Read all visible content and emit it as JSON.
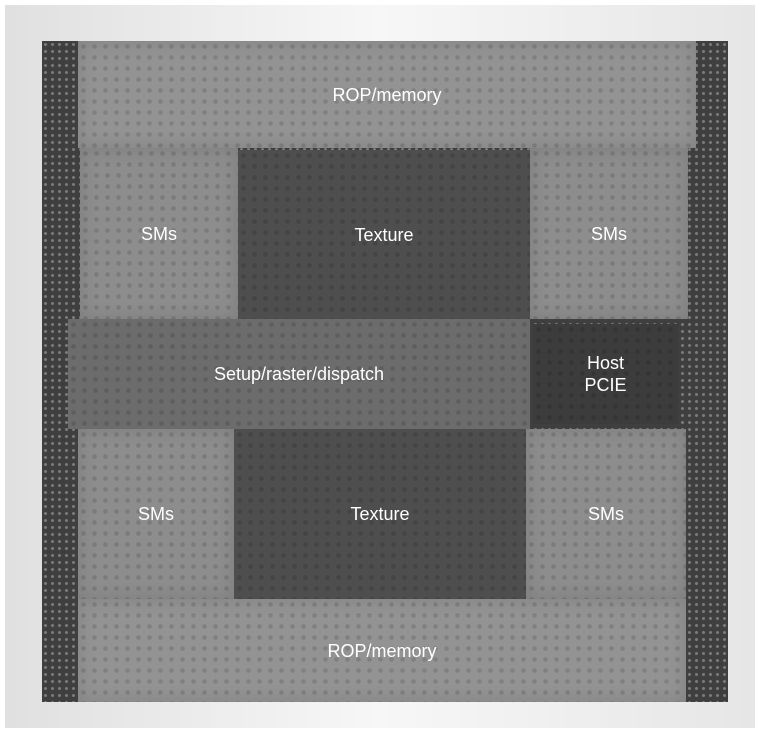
{
  "die": {
    "rop_top": "ROP/memory",
    "sms_top_left": "SMs",
    "texture_top": "Texture",
    "sms_top_right": "SMs",
    "setup": "Setup/raster/dispatch",
    "host_line1": "Host",
    "host_line2": "PCIE",
    "sms_bottom_left": "SMs",
    "texture_bottom": "Texture",
    "sms_bottom_right": "SMs",
    "rop_bottom": "ROP/memory"
  },
  "colors": {
    "background": "#f0f0f0",
    "die_border": "#3f3f3f",
    "sm_blocks": "#8d8d8d",
    "texture_blocks": "#4e4e4e",
    "setup_block": "#6c6c6c",
    "host_block": "#3c3c3c",
    "label_text": "#ffffff"
  }
}
